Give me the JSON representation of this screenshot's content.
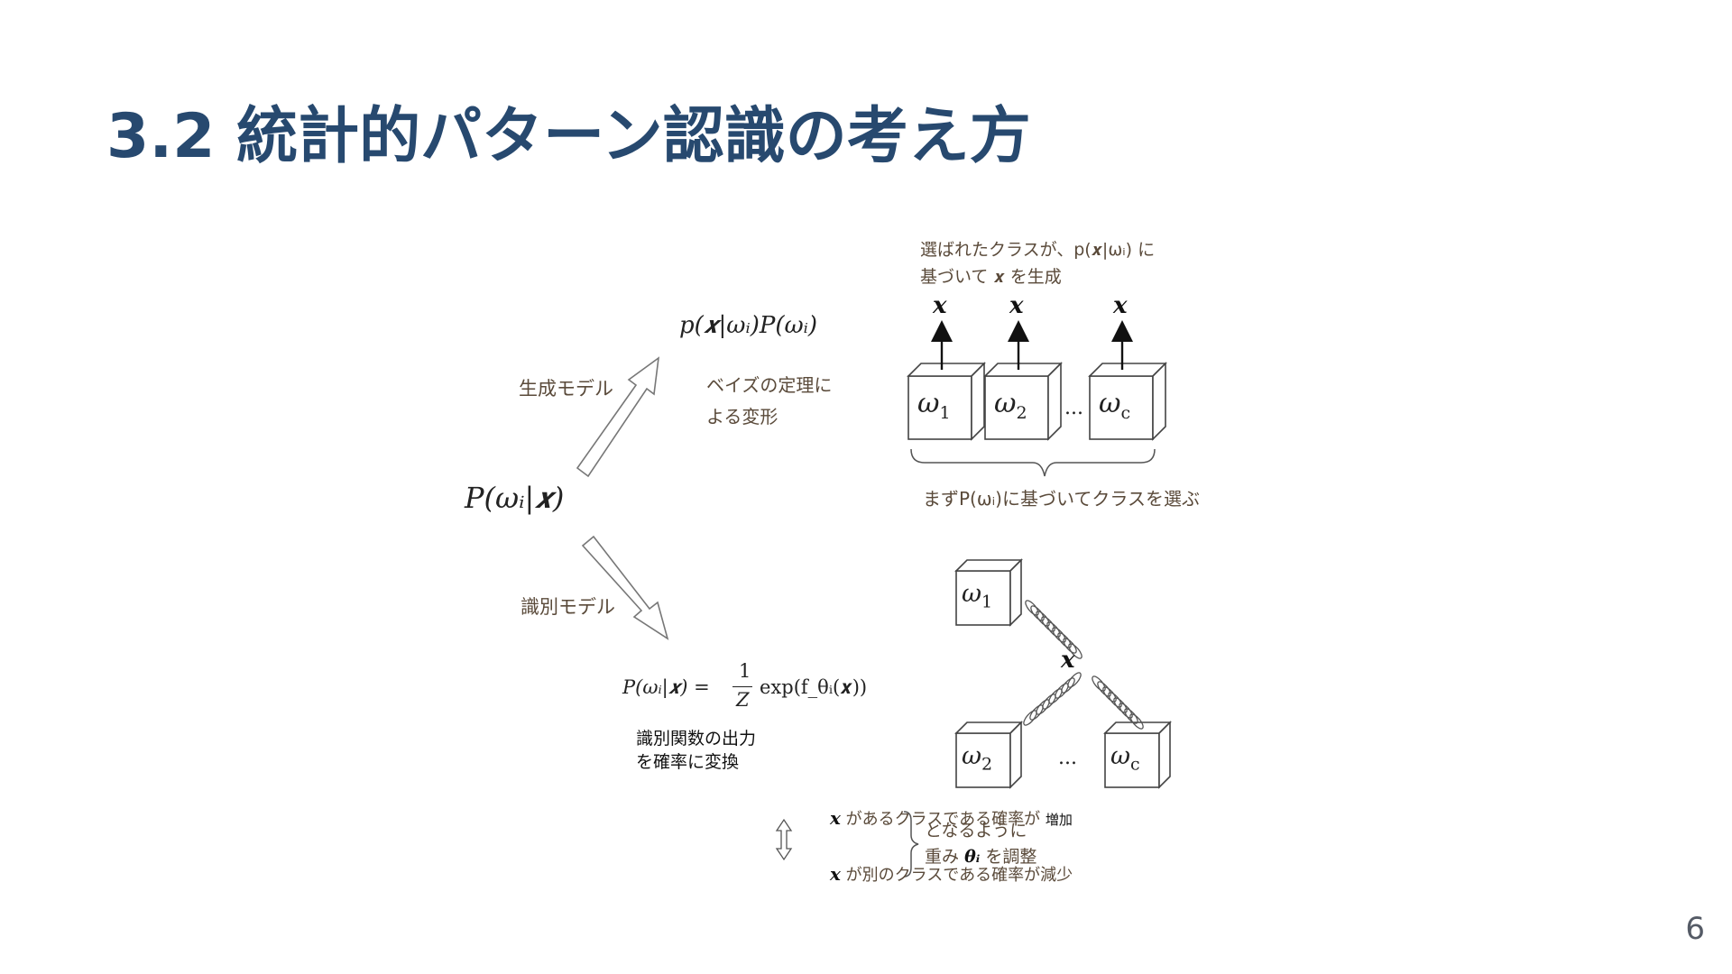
{
  "slide": {
    "title": "3.2 統計的パターン認識の考え方",
    "page_number": "6"
  },
  "figure": {
    "posterior": "P(ωᵢ|𝒙)",
    "generative": {
      "arrow_label": "生成モデル",
      "formula": "p(𝒙|ωᵢ)P(ωᵢ)",
      "bayes_note_line1": "ベイズの定理に",
      "bayes_note_line2": "よる変形",
      "top_note_line1": "選ばれたクラスが、p(𝒙|ωᵢ) に",
      "top_note_line2": "基づいて 𝒙 を生成",
      "x_labels": [
        "𝒙",
        "𝒙",
        "𝒙"
      ],
      "cubes": [
        {
          "symbol": "ω",
          "sub": "1"
        },
        {
          "symbol": "ω",
          "sub": "2"
        },
        {
          "symbol": "ω",
          "sub": "c"
        }
      ],
      "ellipsis": "...",
      "brace_note": "まずP(ωᵢ)に基づいてクラスを選ぶ"
    },
    "discriminative": {
      "arrow_label": "識別モデル",
      "formula_left": "P(ωᵢ|𝒙) =",
      "formula_num": "1",
      "formula_den": "Z",
      "formula_right": "exp(f_θᵢ(𝒙))",
      "note_line1": "識別関数の出力",
      "note_line2": "を確率に変換",
      "center_x": "𝒙",
      "cubes": [
        {
          "symbol": "ω",
          "sub": "1"
        },
        {
          "symbol": "ω",
          "sub": "2"
        },
        {
          "symbol": "ω",
          "sub": "c"
        }
      ],
      "ellipsis": "...",
      "increase_x": "𝒙",
      "increase_text": "があるクラスである確率が",
      "increase_word": "増加",
      "decrease_x": "𝒙",
      "decrease_text": "が別のクラスである確率が減少",
      "result_line1": "となるように",
      "result_line2_prefix": "重み",
      "result_line2_theta": "θᵢ",
      "result_line2_suffix": "を調整"
    }
  }
}
